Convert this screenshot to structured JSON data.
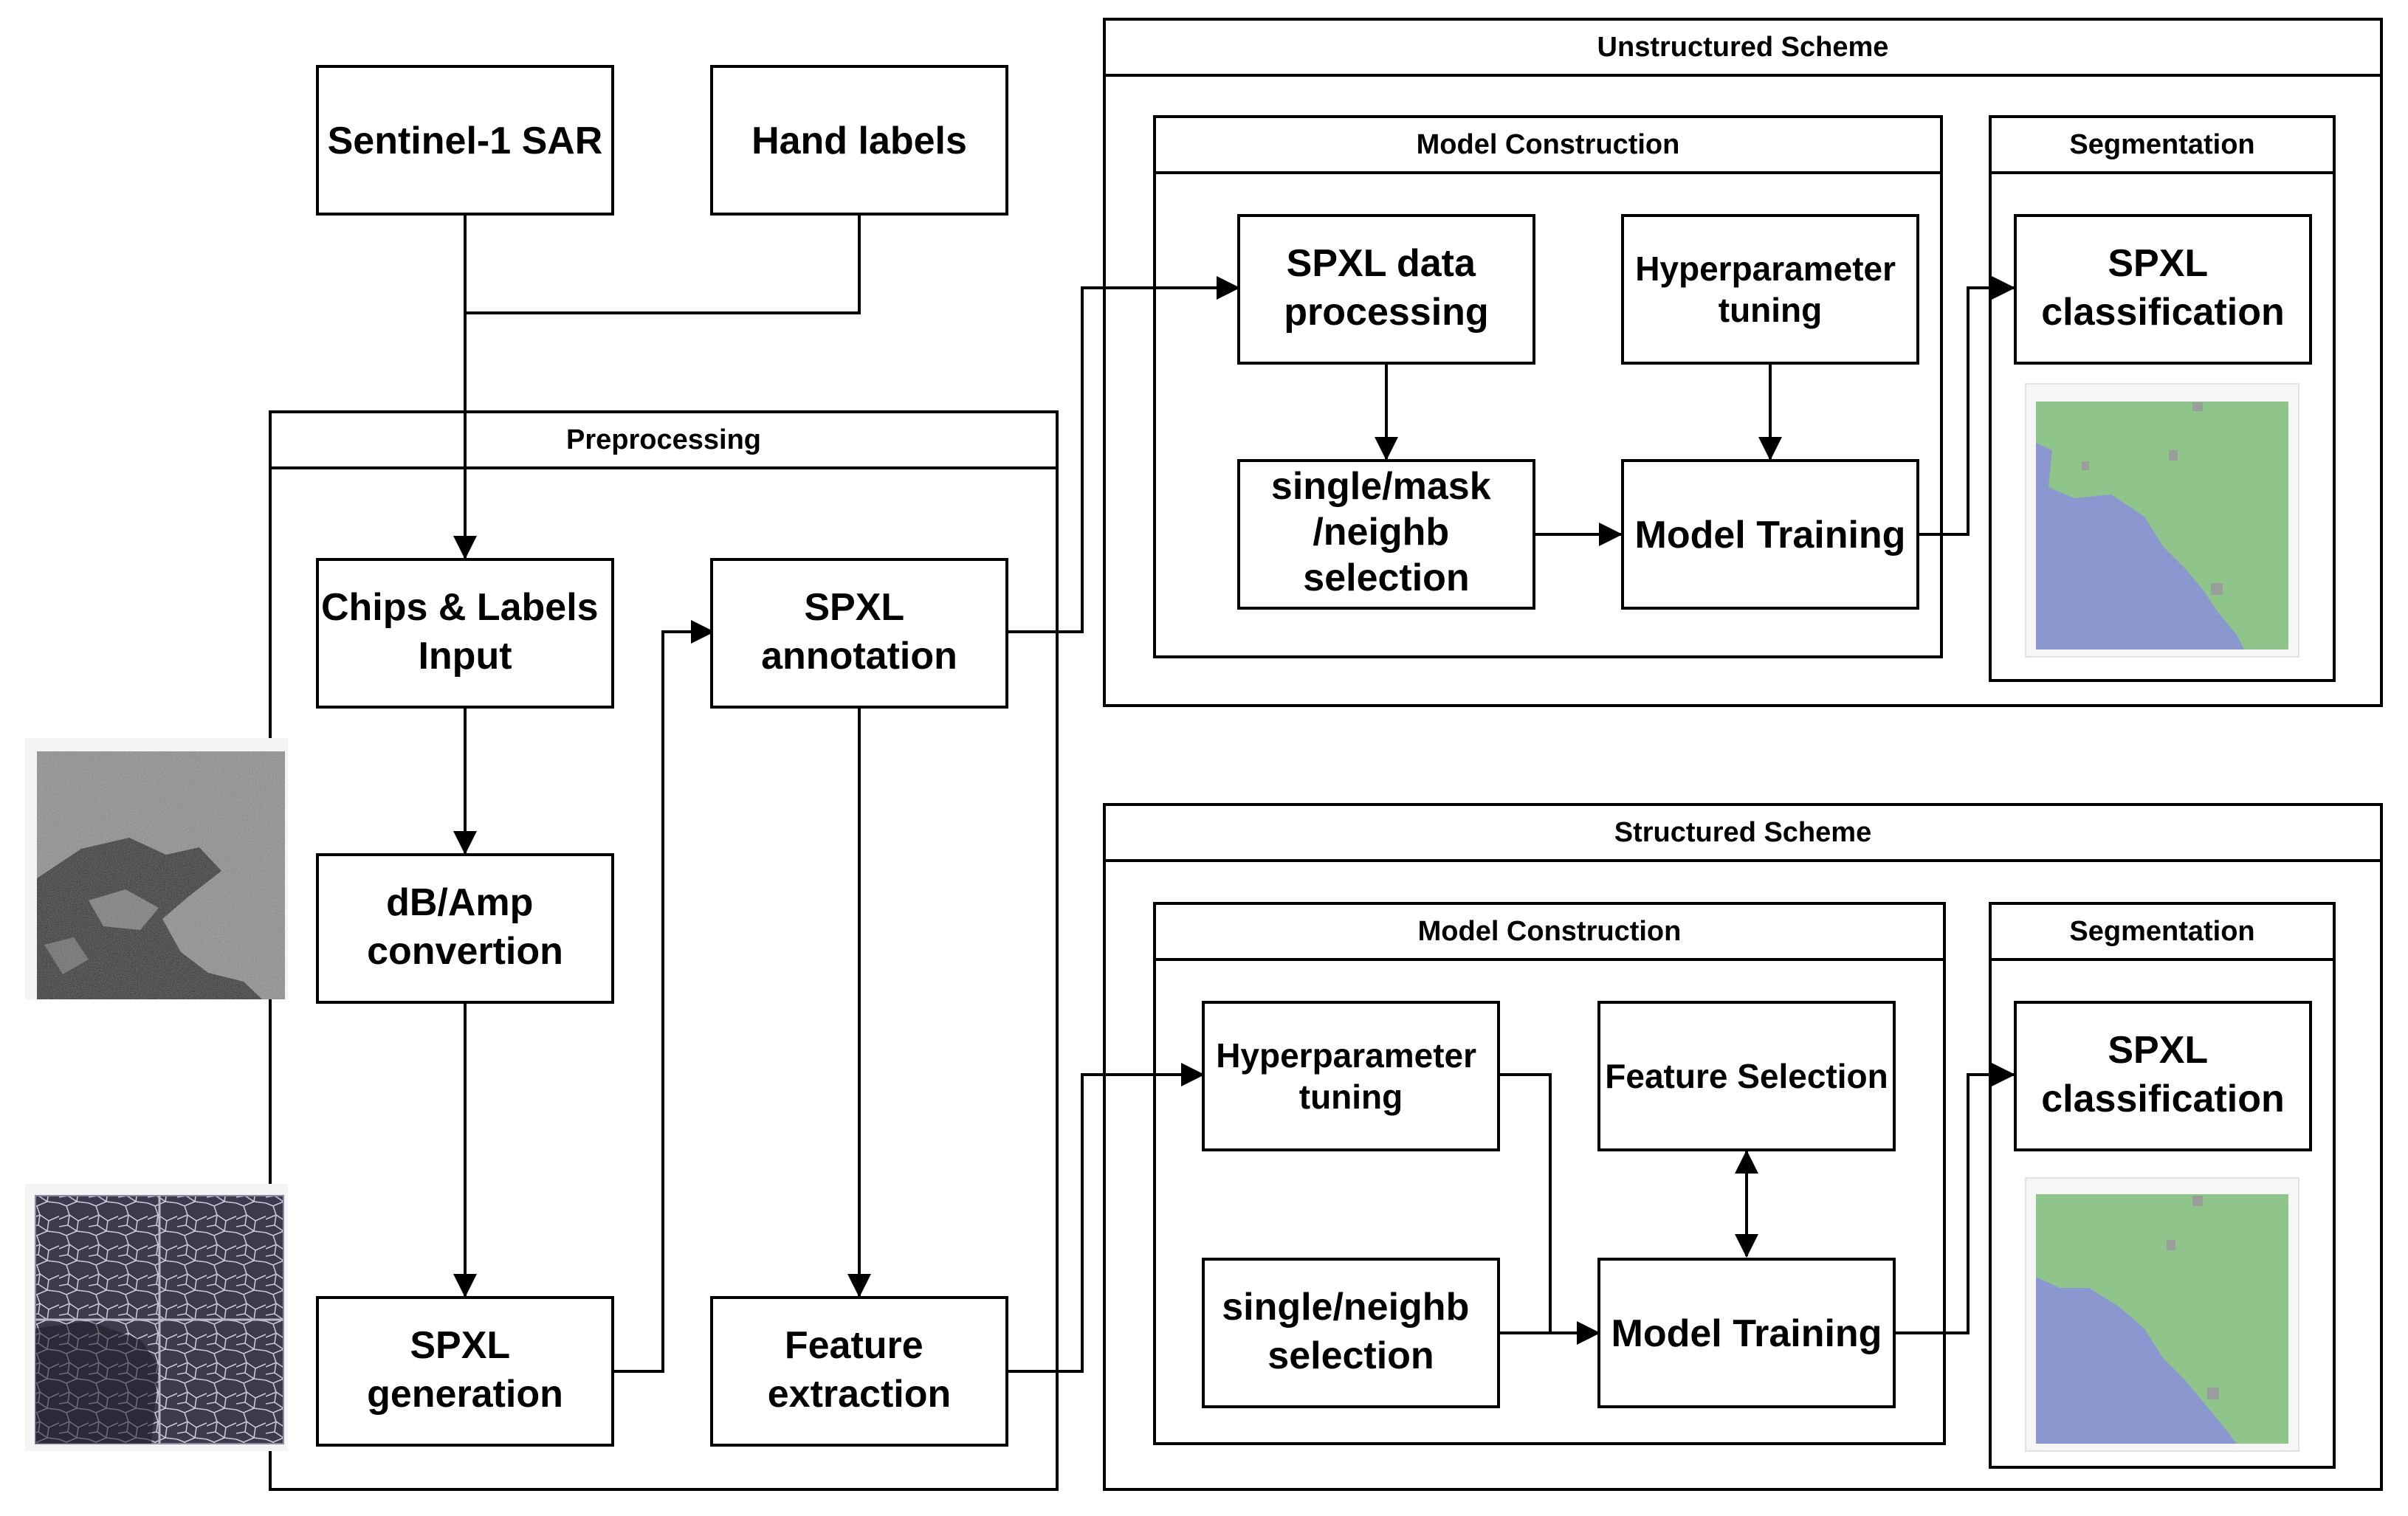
{
  "inputs": {
    "sentinel": "Sentinel-1 SAR",
    "hand_labels": "Hand labels"
  },
  "preprocessing": {
    "title": "Preprocessing",
    "chips_labels": [
      "Chips & Labels",
      "Input"
    ],
    "db_amp": [
      "dB/Amp",
      "convertion"
    ],
    "spxl_generation": [
      "SPXL",
      "generation"
    ],
    "spxl_annotation": [
      "SPXL",
      "annotation"
    ],
    "feature_extraction": [
      "Feature",
      "extraction"
    ]
  },
  "unstructured": {
    "title": "Unstructured Scheme",
    "model_construction": {
      "title": "Model Construction",
      "data_processing": [
        "SPXL data",
        "processing"
      ],
      "hyperparameter": [
        "Hyperparameter",
        "tuning"
      ],
      "selection": [
        "single/mask",
        "/neighb",
        "selection"
      ],
      "training": "Model Training"
    },
    "segmentation": {
      "title": "Segmentation",
      "classification": [
        "SPXL",
        "classification"
      ]
    }
  },
  "structured": {
    "title": "Structured Scheme",
    "model_construction": {
      "title": "Model Construction",
      "hyperparameter": [
        "Hyperparameter",
        "tuning"
      ],
      "feature_selection": "Feature Selection",
      "selection": [
        "single/neighb",
        "selection"
      ],
      "training": "Model Training"
    },
    "segmentation": {
      "title": "Segmentation",
      "classification": [
        "SPXL",
        "classification"
      ]
    }
  },
  "colors": {
    "map_land": "#8fc58b",
    "map_water": "#8a98cf",
    "map_other": "#9a9e9a",
    "sar_base": "#8a8a8a",
    "sar_dark": "#2e2e2e",
    "spxl_base": "#403c50"
  }
}
